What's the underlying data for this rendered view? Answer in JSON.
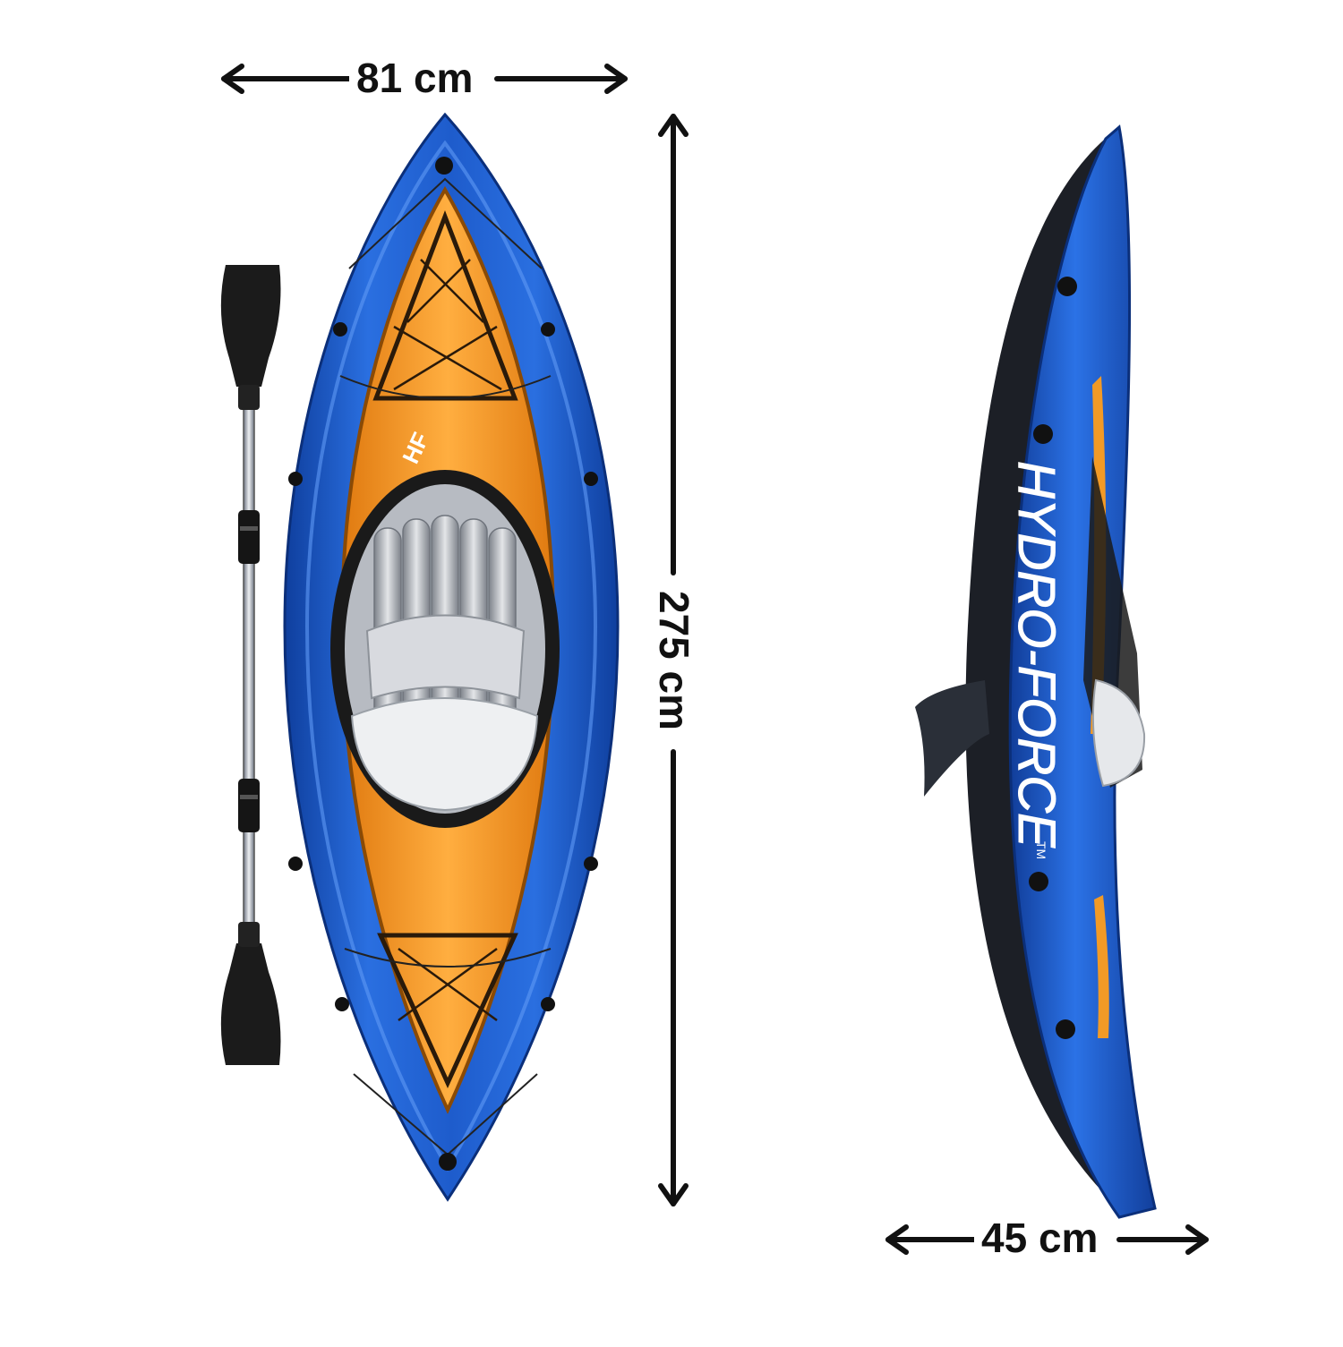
{
  "dimensions": {
    "top_width": "81 cm",
    "length": "275 cm",
    "side_width": "45 cm"
  },
  "branding": {
    "side_text": "HYDRO-FORCE",
    "side_tm": "TM",
    "deck_logo": "HF"
  },
  "colors": {
    "hull_blue": "#1f5fd0",
    "deck_orange": "#f59a1e",
    "seat_gray": "#c9ccd1",
    "paddle_black": "#1a1a1a",
    "arrow": "#111111"
  }
}
